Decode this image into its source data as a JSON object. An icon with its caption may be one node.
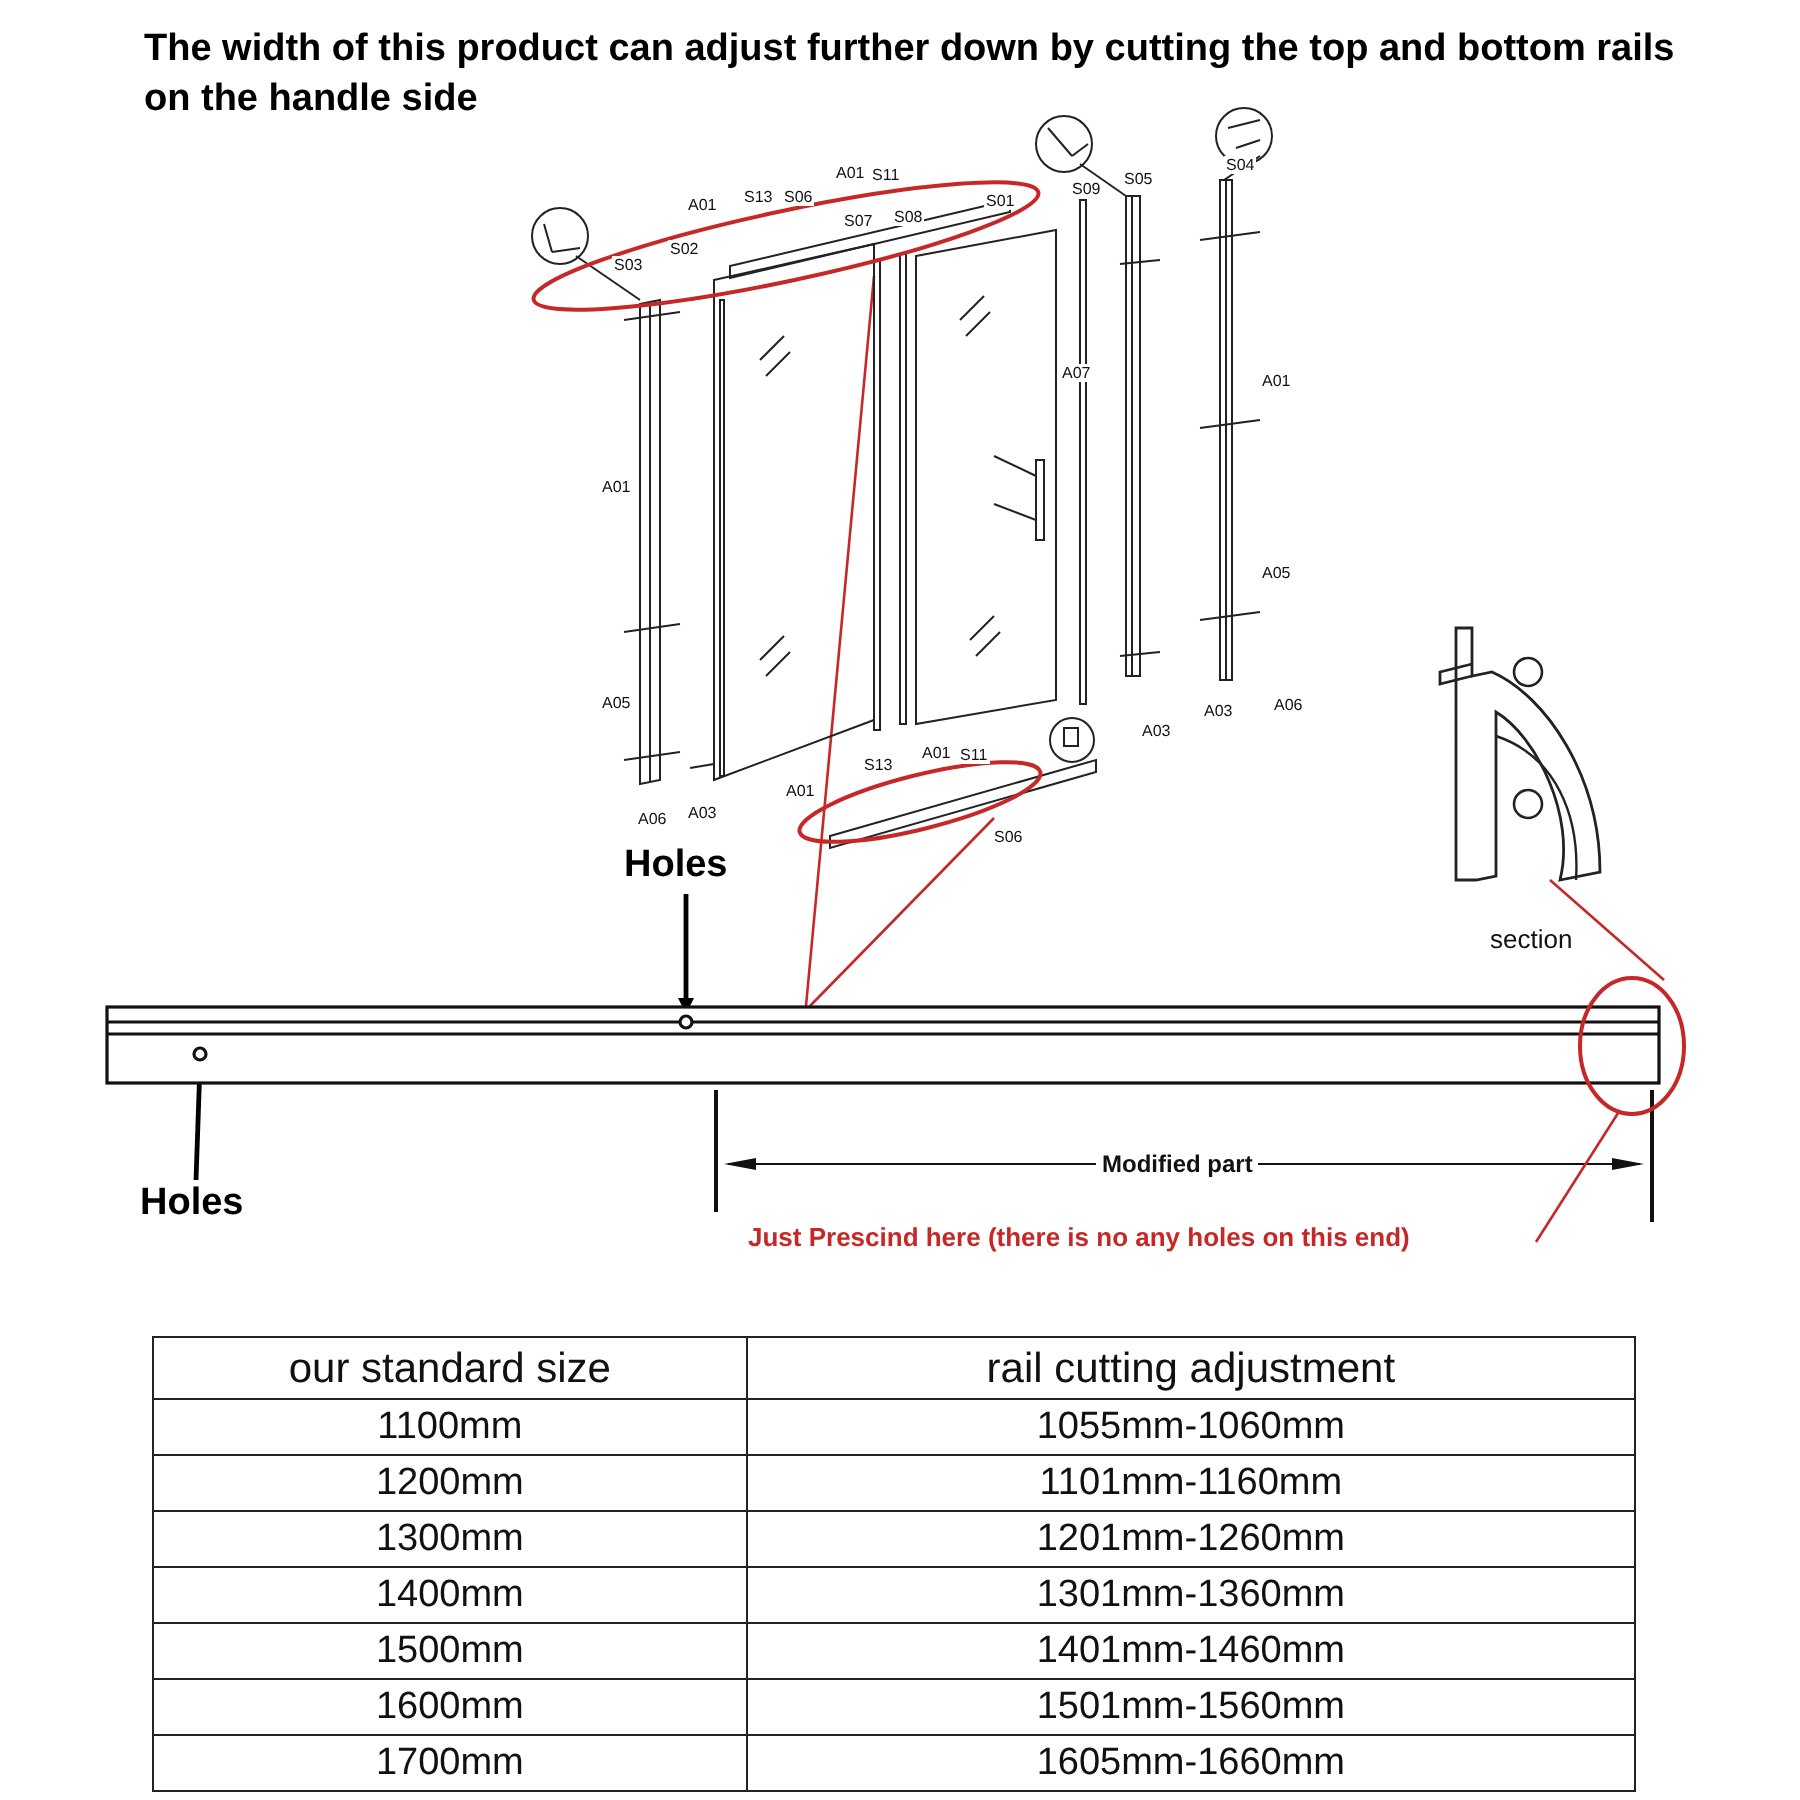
{
  "diagram": {
    "title": "The width of this product can adjust further down by cutting the top and bottom rails on the handle side",
    "nodes": [
      {
        "text": [],
        "shape": "circle"
      },
      {
        "text": [],
        "shape": "circle"
      },
      {
        "text": [
          "Holes"
        ]
      },
      {
        "text": [],
        "shape": "picture",
        "beside": [
          "section"
        ]
      },
      {
        "text": [],
        "shape": "bar"
      },
      {
        "text": [],
        "shape": "circle",
        "in": 4
      },
      {
        "text": [],
        "shape": "circle",
        "in": 4
      },
      {
        "text": [],
        "shape": "circle"
      },
      {
        "text": [
          "Holes"
        ]
      },
      {
        "text": [
          "Just Prescind here (there is no any holes on this end)"
        ]
      }
    ],
    "edges": [
      {
        "from": 0,
        "to": 4,
        "arrow": "none",
        "color": "#c62828"
      },
      {
        "from": 1,
        "to": 4,
        "arrow": "none",
        "color": "#c62828"
      },
      {
        "from": 2,
        "to": 5,
        "arrow": "to",
        "color": "#000000"
      },
      {
        "from": 8,
        "to": 6,
        "arrow": "to",
        "color": "#000000"
      },
      {
        "from": 9,
        "to": 7,
        "arrow": "none",
        "color": "#c62828"
      },
      {
        "from": 7,
        "to": 3,
        "arrow": "none",
        "color": "#c62828"
      }
    ],
    "labels": [
      "A01",
      "S11",
      "S05",
      "S04",
      "A01",
      "S13",
      "S06",
      "S09",
      "S07",
      "S08",
      "S01",
      "S03",
      "S02",
      "A07",
      "A01",
      "A01",
      "A05",
      "A05",
      "A03",
      "A03",
      "A06",
      "S13",
      "A01",
      "S11",
      "A01",
      "A06",
      "A03",
      "S06",
      "Modified part",
      "our standard size",
      "rail cutting adjustment",
      "1100mm",
      "1055mm-1060mm",
      "1200mm",
      "1101mm-1160mm",
      "1300mm",
      "1201mm-1260mm",
      "1400mm",
      "1301mm-1360mm",
      "1500mm",
      "1401mm-1460mm",
      "1600mm",
      "1501mm-1560mm",
      "1700mm",
      "1605mm-1660mm"
    ]
  }
}
